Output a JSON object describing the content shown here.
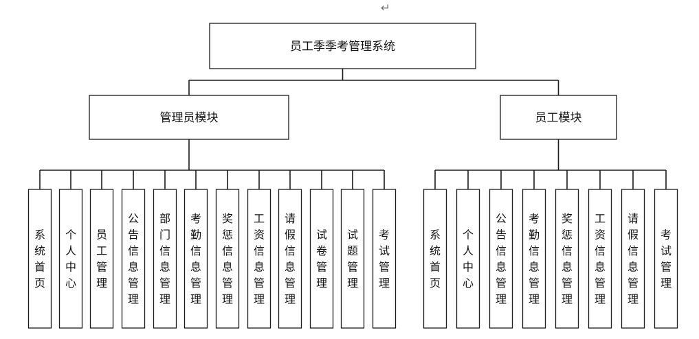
{
  "paragraph_mark": "↵",
  "root": {
    "label": "员工季季考管理系统"
  },
  "modules": [
    {
      "label": "管理员模块",
      "children": [
        "系统首页",
        "个人中心",
        "员工管理",
        "公告信息管理",
        "部门信息管理",
        "考勤信息管理",
        "奖惩信息管理",
        "工资信息管理",
        "请假信息管理",
        "试卷管理",
        "试题管理",
        "考试管理"
      ]
    },
    {
      "label": "员工模块",
      "children": [
        "系统首页",
        "个人中心",
        "公告信息管理",
        "考勤信息管理",
        "奖惩信息管理",
        "工资信息管理",
        "请假信息管理",
        "考试管理"
      ]
    }
  ],
  "colors": {
    "stroke": "#1a1a1a",
    "text": "#111111",
    "background": "#ffffff"
  }
}
